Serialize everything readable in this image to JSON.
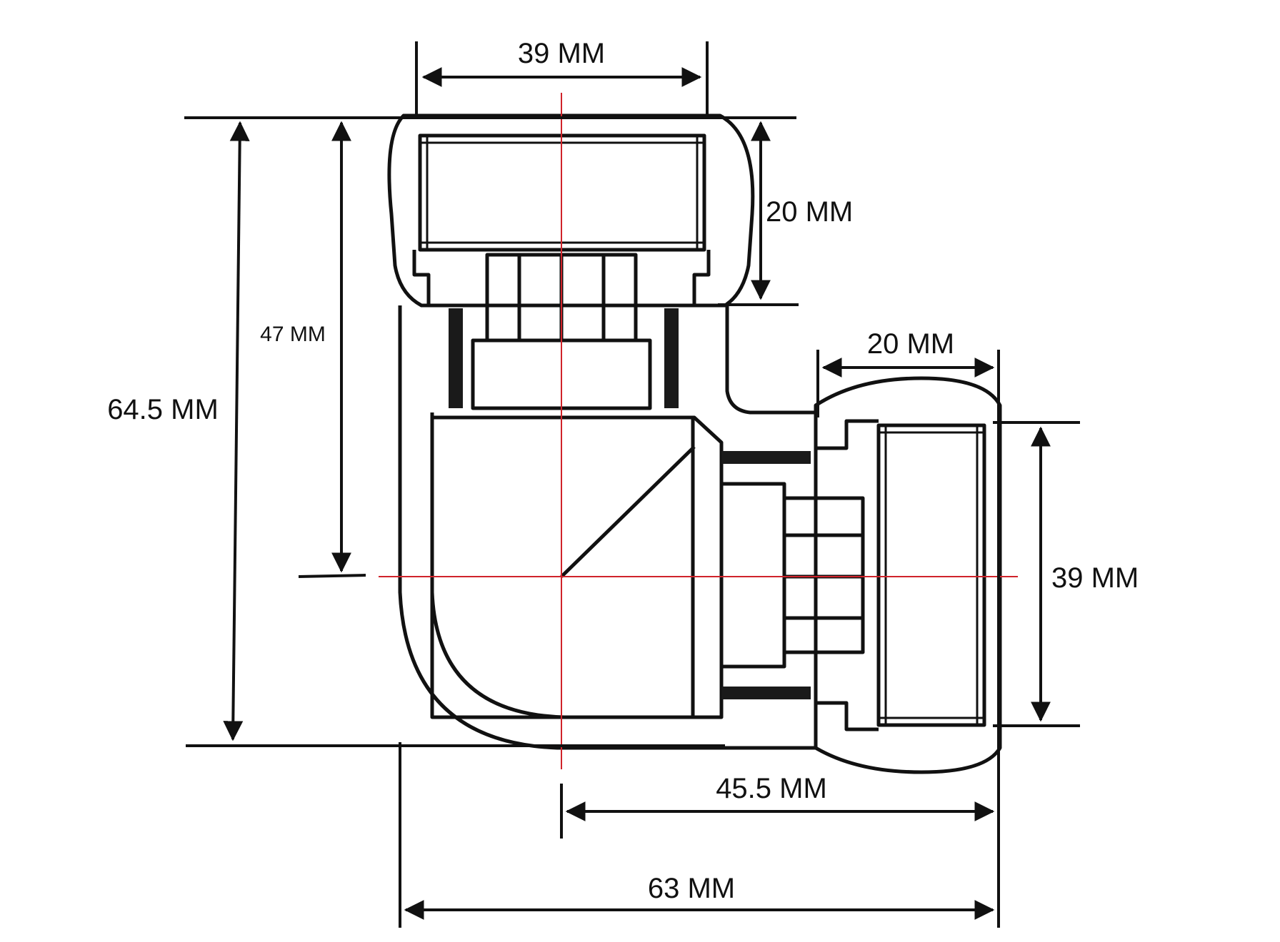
{
  "diagram": {
    "line_color": "#111111",
    "centerline_color": "#d0232a",
    "dimensions": {
      "top_width": "39 MM",
      "top_socket_depth": "20 MM",
      "center_height": "47 MM",
      "total_height": "64.5 MM",
      "side_socket_depth": "20 MM",
      "side_height": "39 MM",
      "center_to_end": "45.5 MM",
      "total_width": "63 MM"
    }
  }
}
